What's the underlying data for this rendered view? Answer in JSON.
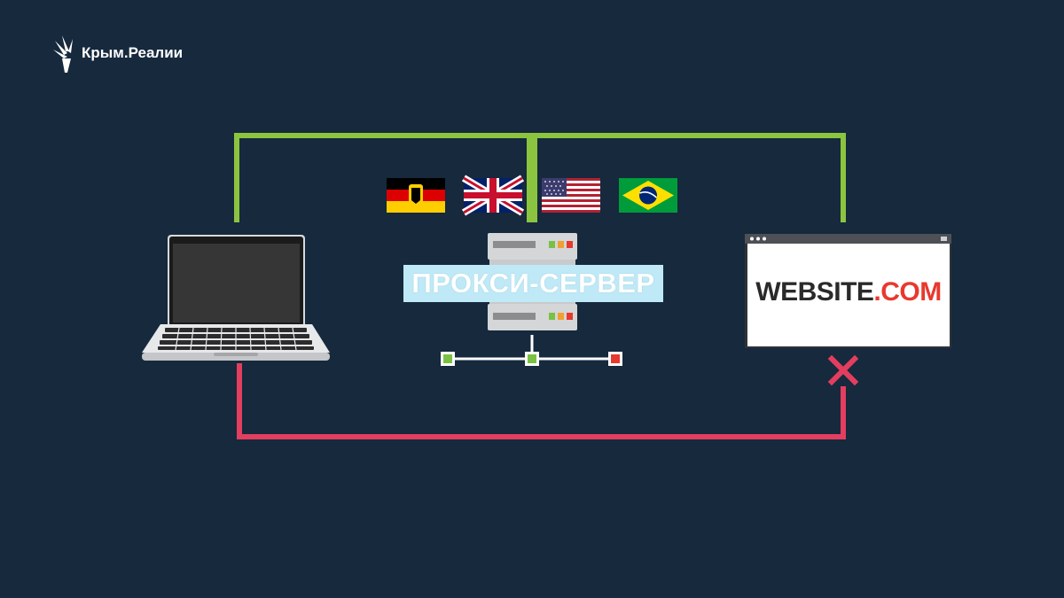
{
  "brand": {
    "name": "Крым.Реалии"
  },
  "proxy": {
    "label": "ПРОКСИ-СЕРВЕР"
  },
  "website": {
    "name": "WEBSITE",
    "tld": ".COM"
  },
  "flags": [
    "germany-flag",
    "uk-flag",
    "usa-flag",
    "brazil-flag"
  ],
  "colors": {
    "background": "#16293d",
    "allowed_path": "#8bc53f",
    "blocked_path": "#e33e5f",
    "blocked_mark": "#e33e5f",
    "proxy_label_bg": "#bfe9f6",
    "status_green": "#7ac143",
    "status_red": "#e8392e"
  },
  "icons": [
    "logo-torch-icon",
    "laptop-icon",
    "server-icon",
    "browser-window-icon",
    "blocked-x-icon"
  ]
}
